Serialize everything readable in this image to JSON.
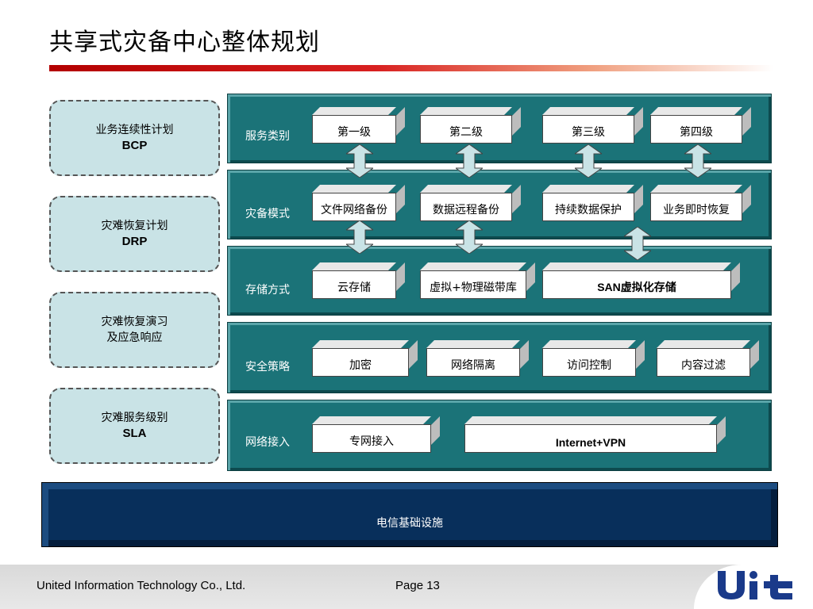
{
  "title": "共享式灾备中心整体规划",
  "side_items": [
    {
      "cn": "业务连续性计划",
      "en": "BCP"
    },
    {
      "cn": "灾难恢复计划",
      "en": "DRP"
    },
    {
      "cn": "灾难恢复演习",
      "en": "及应急响应"
    },
    {
      "cn": "灾难服务级别",
      "en": "SLA"
    }
  ],
  "rows": [
    {
      "label": "服务类别",
      "boxes": [
        "第一级",
        "第二级",
        "第三级",
        "第四级"
      ]
    },
    {
      "label": "灾备模式",
      "boxes": [
        "文件网络备份",
        "数据远程备份",
        "持续数据保护",
        "业务即时恢复"
      ]
    },
    {
      "label": "存储方式",
      "boxes": [
        "云存储",
        "虚拟+物理磁带库",
        "SAN虚拟化存储"
      ]
    },
    {
      "label": "安全策略",
      "boxes": [
        "加密",
        "网络隔离",
        "访问控制",
        "内容过滤"
      ]
    },
    {
      "label": "网络接入",
      "boxes": [
        "专网接入",
        "Internet+VPN"
      ]
    }
  ],
  "infrastructure": "电信基础设施",
  "footer": {
    "company": "United Information Technology Co., Ltd.",
    "page": "Page 13",
    "logo_text": "Uit"
  },
  "colors": {
    "title_bar": "#b30000",
    "row_fill": "#1b7378",
    "side_fill": "#c9e3e6",
    "infra_fill": "#082f5b",
    "logo": "#1a3a8a"
  }
}
